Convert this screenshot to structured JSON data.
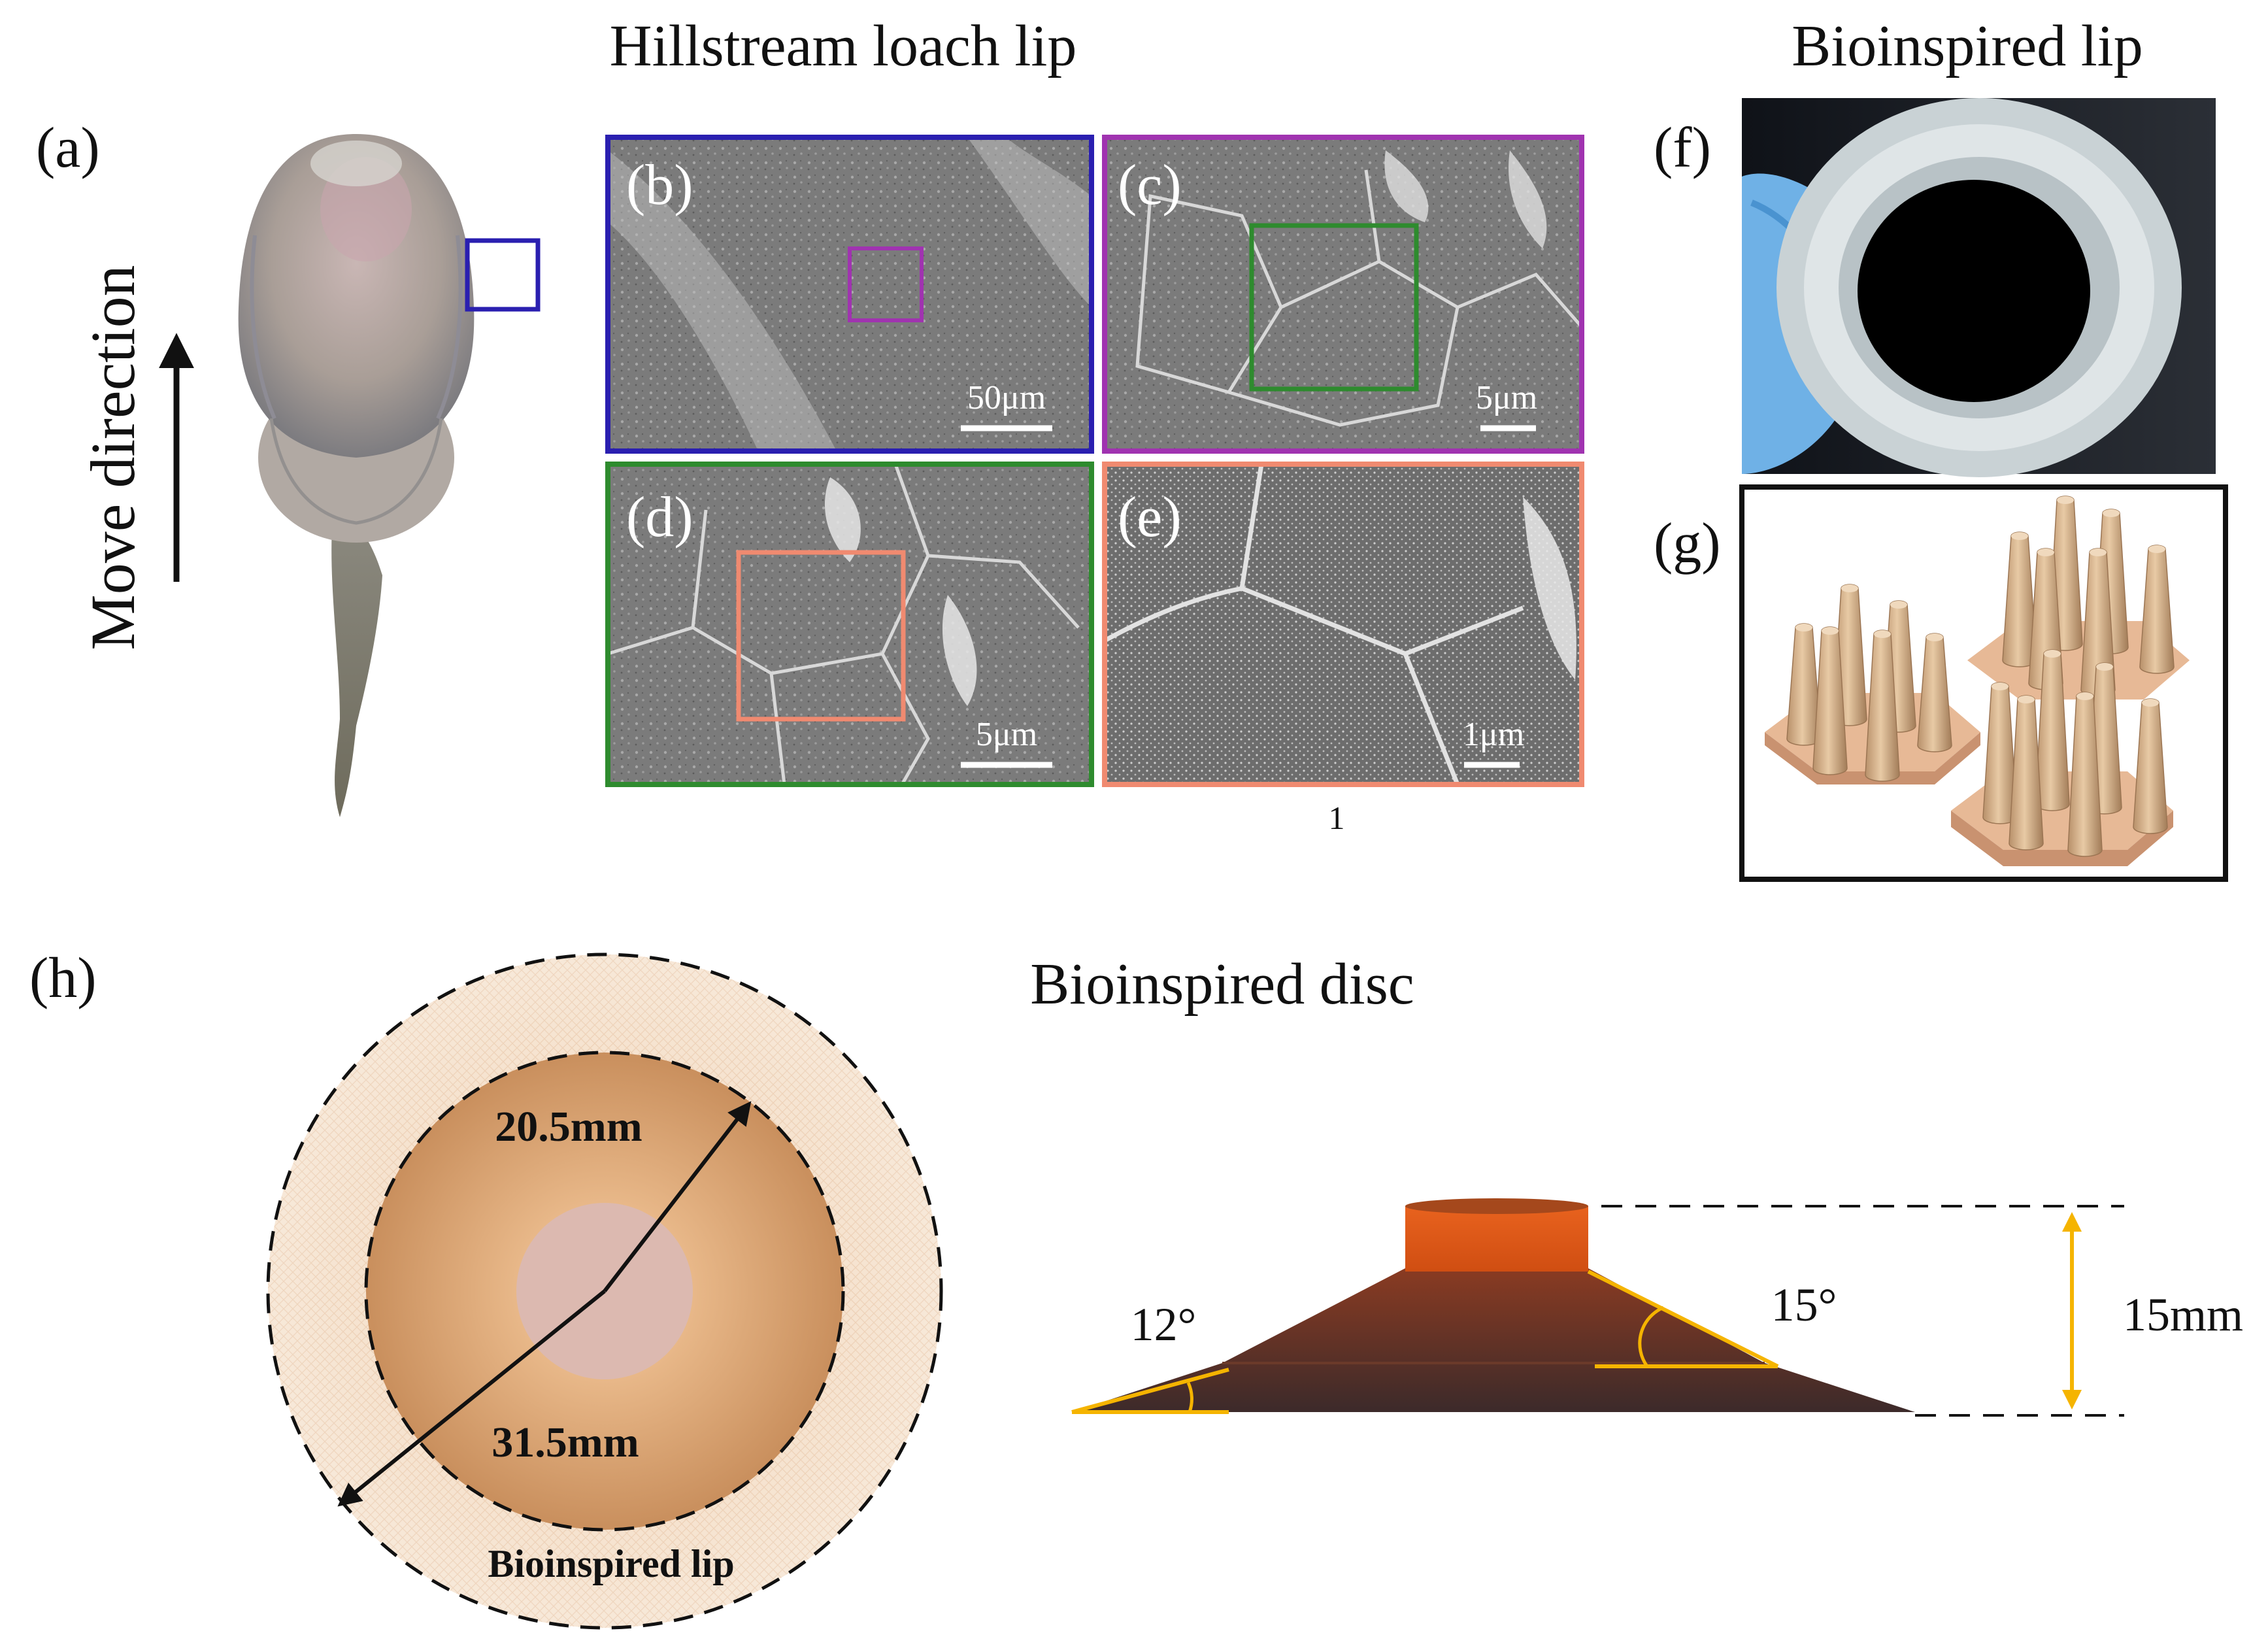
{
  "titles": {
    "hillstream": "Hillstream loach lip",
    "bioinspired_lip": "Bioinspired lip",
    "bioinspired_disc": "Bioinspired disc"
  },
  "panels": {
    "a": "(a)",
    "b": "(b)",
    "c": "(c)",
    "d": "(d)",
    "e": "(e)",
    "f": "(f)",
    "g": "(g)",
    "h": "(h)"
  },
  "move_direction": "Move direction",
  "scalebars": {
    "b": "50μm",
    "c": "5μm",
    "d": "5μm",
    "e": "1μm"
  },
  "stray_mark": "1",
  "disc": {
    "inner_label": "20.5mm",
    "outer_label": "31.5mm",
    "lip_label": "Bioinspired lip",
    "angle_left": "12°",
    "angle_right": "15°",
    "height_label": "15mm"
  },
  "colors": {
    "frame_b": "#2a1fb0",
    "frame_c": "#a033b0",
    "frame_d": "#2e8b2e",
    "frame_e": "#f08a70",
    "dimension": "#f5b400",
    "disc_top": "#e8621e"
  }
}
